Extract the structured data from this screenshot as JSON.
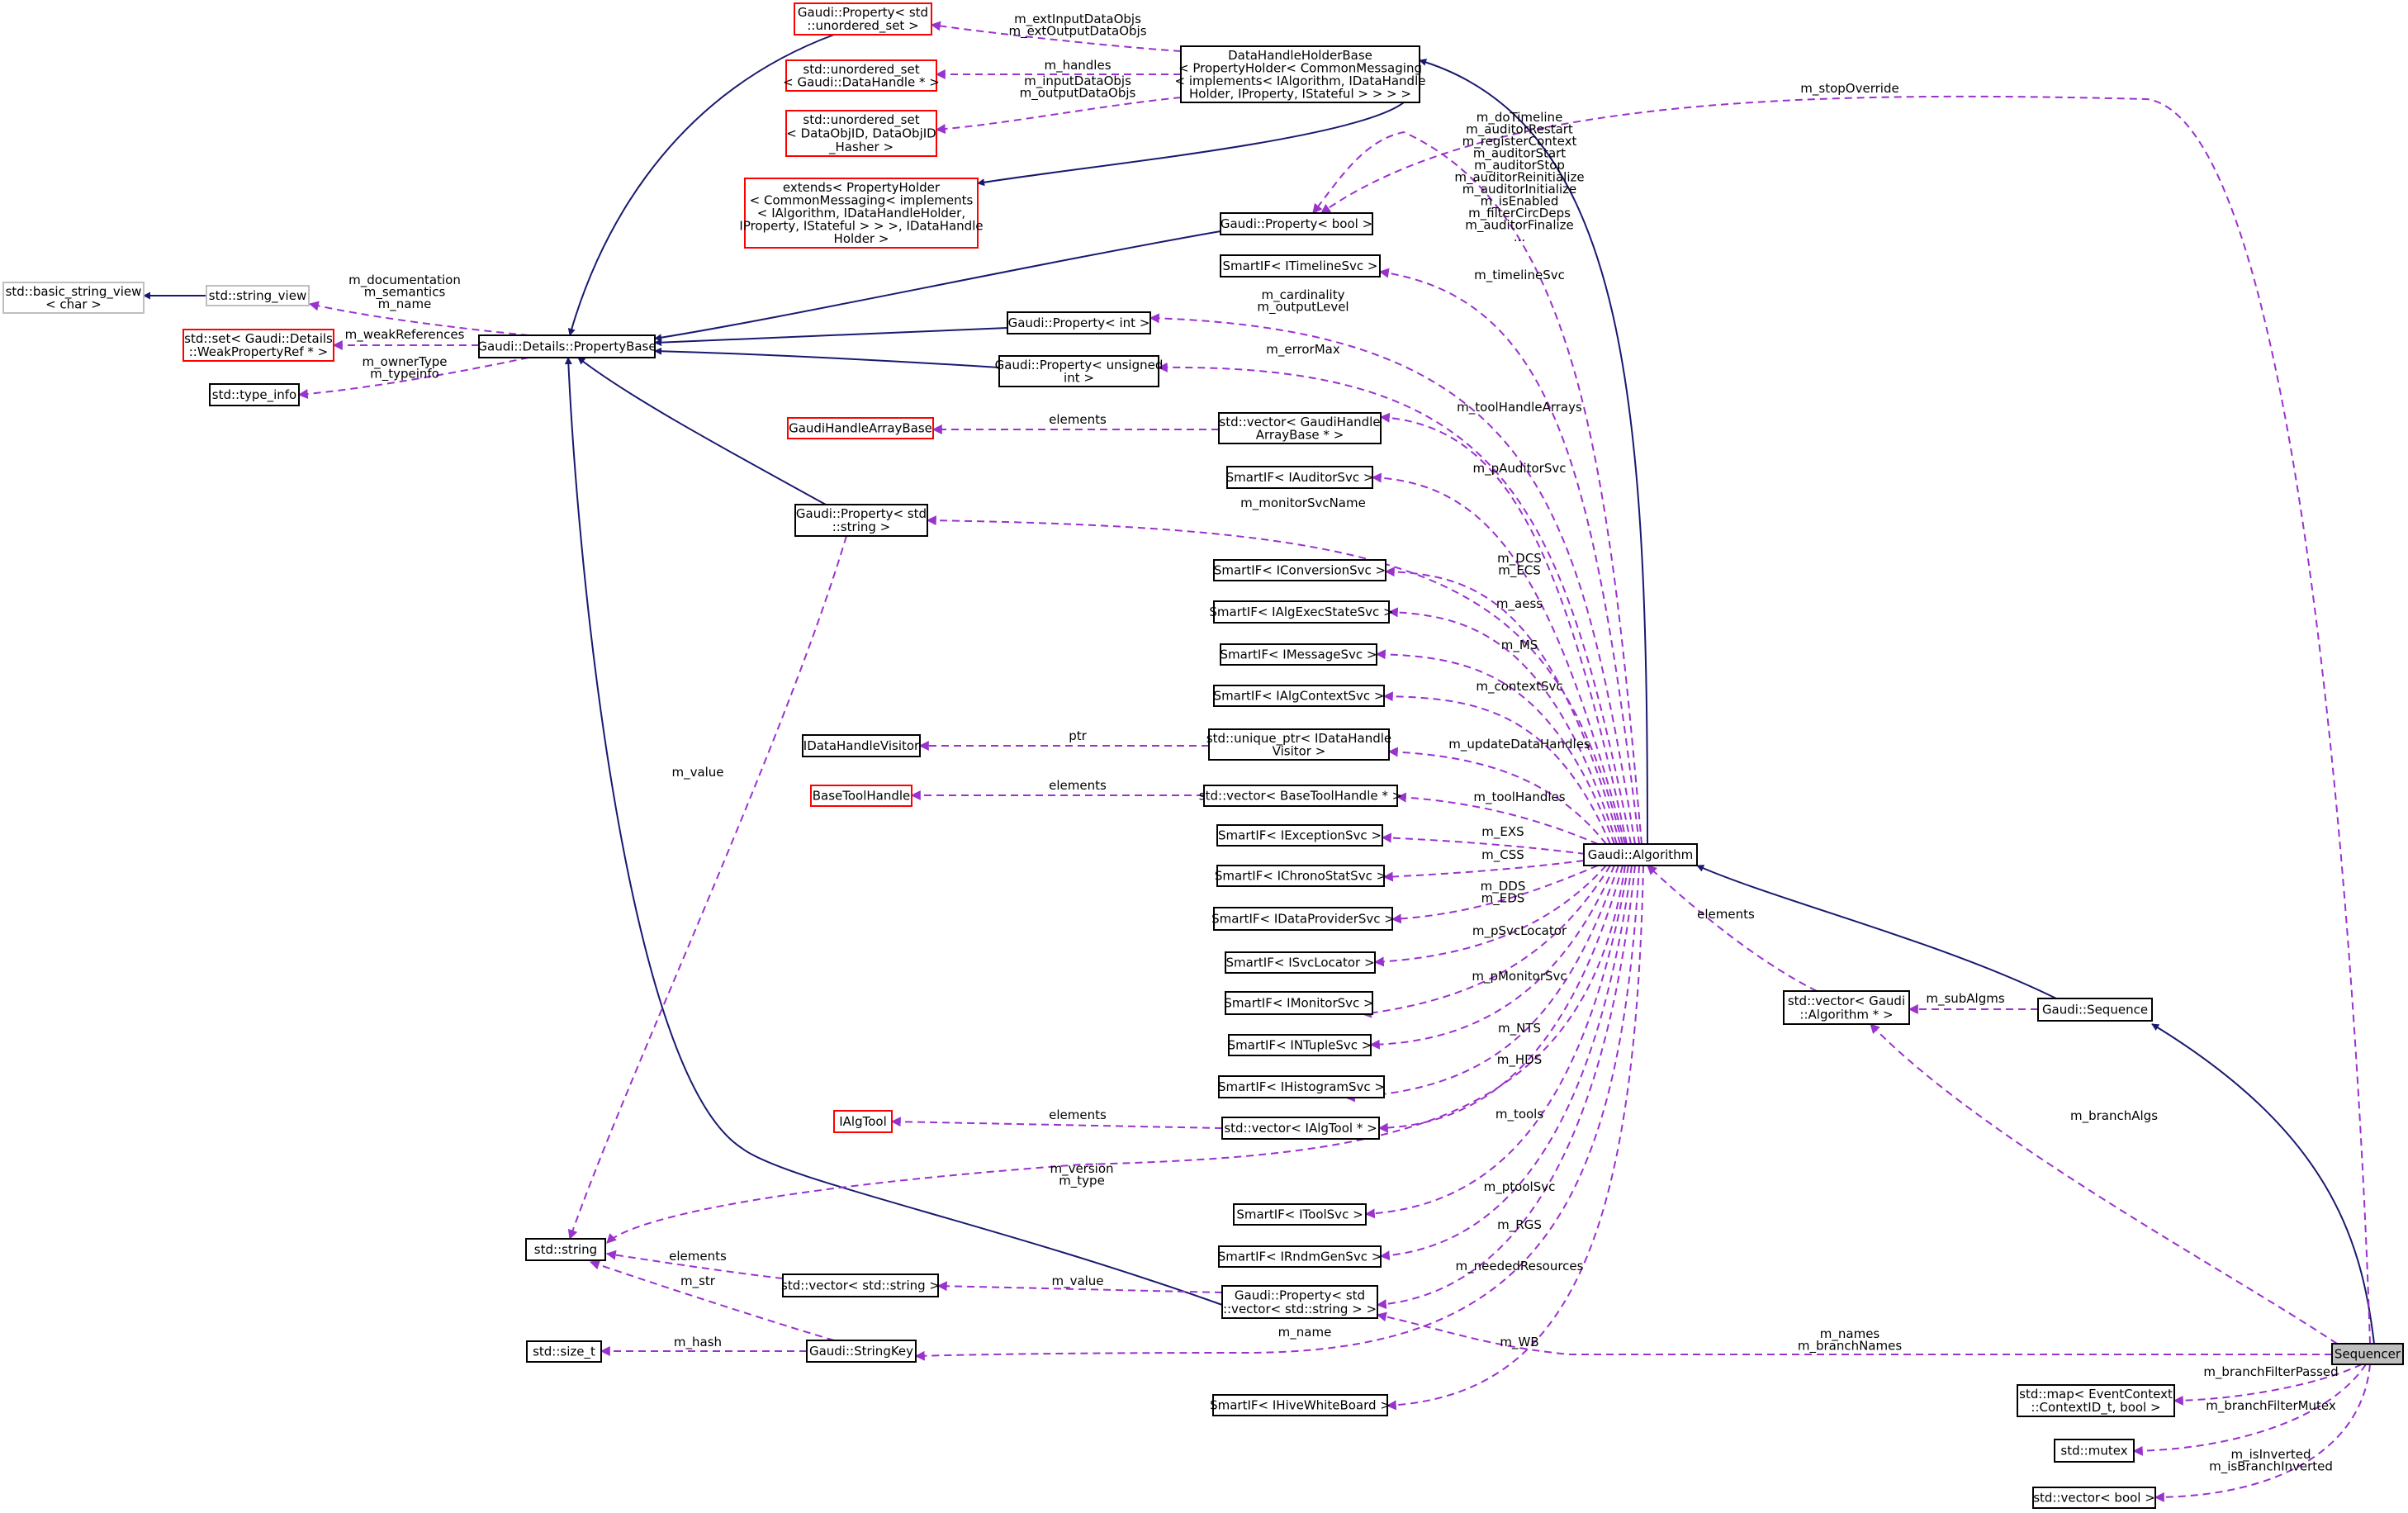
{
  "colors": {
    "inherit_edge": "#191970",
    "usage_edge": "#9a32cd",
    "node_border": "#000000",
    "external_node_border": "#ff0000",
    "undocumented_node_border": "#bfbfbf",
    "highlight_fill": "#bfbfbf"
  },
  "nodes": [
    {
      "id": "prop_uset",
      "lines": [
        "Gaudi::Property< std",
        "::unordered_set >"
      ],
      "style": "red"
    },
    {
      "id": "uset_datahandle",
      "lines": [
        "std::unordered_set",
        "< Gaudi::DataHandle * >"
      ],
      "style": "red"
    },
    {
      "id": "uset_dataobjid",
      "lines": [
        "std::unordered_set",
        "< DataObjID, DataObjID",
        "_Hasher >"
      ],
      "style": "red"
    },
    {
      "id": "extends",
      "lines": [
        "extends< PropertyHolder",
        "< CommonMessaging< implements",
        "< IAlgorithm, IDataHandleHolder,",
        "IProperty, IStateful > > >, IDataHandle",
        "Holder >"
      ],
      "style": "red"
    },
    {
      "id": "dhhb",
      "lines": [
        "DataHandleHolderBase",
        "< PropertyHolder< CommonMessaging",
        "< implements< IAlgorithm, IDataHandle",
        "Holder, IProperty, IStateful > > > >"
      ],
      "style": "normal"
    },
    {
      "id": "basic_sv",
      "lines": [
        "std::basic_string_view",
        "< char >"
      ],
      "style": "gray"
    },
    {
      "id": "string_view",
      "lines": [
        "std::string_view"
      ],
      "style": "gray"
    },
    {
      "id": "set_weakprop",
      "lines": [
        "std::set< Gaudi::Details",
        "::WeakPropertyRef * >"
      ],
      "style": "red"
    },
    {
      "id": "type_info",
      "lines": [
        "std::type_info"
      ],
      "style": "normal"
    },
    {
      "id": "propbase",
      "lines": [
        "Gaudi::Details::PropertyBase"
      ],
      "style": "normal"
    },
    {
      "id": "prop_bool",
      "lines": [
        "Gaudi::Property< bool >"
      ],
      "style": "normal"
    },
    {
      "id": "si_timeline",
      "lines": [
        "SmartIF< ITimelineSvc >"
      ],
      "style": "normal"
    },
    {
      "id": "prop_int",
      "lines": [
        "Gaudi::Property< int >"
      ],
      "style": "normal"
    },
    {
      "id": "prop_uint",
      "lines": [
        "Gaudi::Property< unsigned",
        "int >"
      ],
      "style": "normal"
    },
    {
      "id": "gh_arraybase",
      "lines": [
        "GaudiHandleArrayBase"
      ],
      "style": "red"
    },
    {
      "id": "vec_gh_array",
      "lines": [
        "std::vector< GaudiHandle",
        "ArrayBase * >"
      ],
      "style": "normal"
    },
    {
      "id": "si_auditor",
      "lines": [
        "SmartIF< IAuditorSvc >"
      ],
      "style": "normal"
    },
    {
      "id": "prop_string",
      "lines": [
        "Gaudi::Property< std",
        "::string >"
      ],
      "style": "normal"
    },
    {
      "id": "si_conversion",
      "lines": [
        "SmartIF< IConversionSvc >"
      ],
      "style": "normal"
    },
    {
      "id": "si_algexec",
      "lines": [
        "SmartIF< IAlgExecStateSvc >"
      ],
      "style": "normal"
    },
    {
      "id": "si_message",
      "lines": [
        "SmartIF< IMessageSvc >"
      ],
      "style": "normal"
    },
    {
      "id": "si_algcontext",
      "lines": [
        "SmartIF< IAlgContextSvc >"
      ],
      "style": "normal"
    },
    {
      "id": "idh_visitor",
      "lines": [
        "IDataHandleVisitor"
      ],
      "style": "normal"
    },
    {
      "id": "uptr_visitor",
      "lines": [
        "std::unique_ptr< IDataHandle",
        "Visitor >"
      ],
      "style": "normal"
    },
    {
      "id": "basetoolhandle",
      "lines": [
        "BaseToolHandle"
      ],
      "style": "red"
    },
    {
      "id": "vec_basetool",
      "lines": [
        "std::vector< BaseToolHandle * >"
      ],
      "style": "normal"
    },
    {
      "id": "si_exception",
      "lines": [
        "SmartIF< IExceptionSvc >"
      ],
      "style": "normal"
    },
    {
      "id": "si_chrono",
      "lines": [
        "SmartIF< IChronoStatSvc >"
      ],
      "style": "normal"
    },
    {
      "id": "si_dataprov",
      "lines": [
        "SmartIF< IDataProviderSvc >"
      ],
      "style": "normal"
    },
    {
      "id": "si_svcloc",
      "lines": [
        "SmartIF< ISvcLocator >"
      ],
      "style": "normal"
    },
    {
      "id": "si_monitor",
      "lines": [
        "SmartIF< IMonitorSvc >"
      ],
      "style": "normal"
    },
    {
      "id": "si_ntuple",
      "lines": [
        "SmartIF< INTupleSvc >"
      ],
      "style": "normal"
    },
    {
      "id": "si_histogram",
      "lines": [
        "SmartIF< IHistogramSvc >"
      ],
      "style": "normal"
    },
    {
      "id": "ialgtool",
      "lines": [
        "IAlgTool"
      ],
      "style": "red"
    },
    {
      "id": "vec_ialgtool",
      "lines": [
        "std::vector< IAlgTool * >"
      ],
      "style": "normal"
    },
    {
      "id": "si_toolsvc",
      "lines": [
        "SmartIF< IToolSvc >"
      ],
      "style": "normal"
    },
    {
      "id": "si_rndm",
      "lines": [
        "SmartIF< IRndmGenSvc >"
      ],
      "style": "normal"
    },
    {
      "id": "std_string",
      "lines": [
        "std::string"
      ],
      "style": "normal"
    },
    {
      "id": "vec_string",
      "lines": [
        "std::vector< std::string >"
      ],
      "style": "normal"
    },
    {
      "id": "prop_vec_string",
      "lines": [
        "Gaudi::Property< std",
        "::vector< std::string > >"
      ],
      "style": "normal"
    },
    {
      "id": "size_t",
      "lines": [
        "std::size_t"
      ],
      "style": "normal"
    },
    {
      "id": "stringkey",
      "lines": [
        "Gaudi::StringKey"
      ],
      "style": "normal"
    },
    {
      "id": "si_hivewb",
      "lines": [
        "SmartIF< IHiveWhiteBoard >"
      ],
      "style": "normal"
    },
    {
      "id": "algorithm",
      "lines": [
        "Gaudi::Algorithm"
      ],
      "style": "normal"
    },
    {
      "id": "vec_algptr",
      "lines": [
        "std::vector< Gaudi",
        "::Algorithm * >"
      ],
      "style": "normal"
    },
    {
      "id": "sequence",
      "lines": [
        "Gaudi::Sequence"
      ],
      "style": "normal"
    },
    {
      "id": "sequencer",
      "lines": [
        "Sequencer"
      ],
      "style": "highlight"
    },
    {
      "id": "map_eventctx",
      "lines": [
        "std::map< EventContext",
        "::ContextID_t, bool >"
      ],
      "style": "normal"
    },
    {
      "id": "mutex",
      "lines": [
        "std::mutex"
      ],
      "style": "normal"
    },
    {
      "id": "vec_bool",
      "lines": [
        "std::vector< bool >"
      ],
      "style": "normal"
    }
  ],
  "edges": [
    {
      "kind": "inherit",
      "from": "dhhb",
      "to": "extends"
    },
    {
      "kind": "usage",
      "from": "dhhb",
      "to": "prop_uset",
      "label": [
        "m_extInputDataObjs",
        "m_extOutputDataObjs"
      ]
    },
    {
      "kind": "usage",
      "from": "dhhb",
      "to": "uset_datahandle",
      "label": [
        "m_handles"
      ]
    },
    {
      "kind": "usage",
      "from": "dhhb",
      "to": "uset_dataobjid",
      "label": [
        "m_inputDataObjs",
        "m_outputDataObjs"
      ]
    },
    {
      "kind": "inherit",
      "from": "string_view",
      "to": "basic_sv"
    },
    {
      "kind": "usage",
      "from": "propbase",
      "to": "string_view",
      "label": [
        "m_documentation",
        "m_semantics",
        "m_name"
      ]
    },
    {
      "kind": "usage",
      "from": "propbase",
      "to": "set_weakprop",
      "label": [
        "m_weakReferences"
      ]
    },
    {
      "kind": "usage",
      "from": "propbase",
      "to": "type_info",
      "label": [
        "m_ownerType",
        "m_typeinfo"
      ]
    },
    {
      "kind": "inherit",
      "from": "prop_uset",
      "to": "propbase"
    },
    {
      "kind": "inherit",
      "from": "prop_bool",
      "to": "propbase"
    },
    {
      "kind": "inherit",
      "from": "prop_int",
      "to": "propbase"
    },
    {
      "kind": "inherit",
      "from": "prop_uint",
      "to": "propbase"
    },
    {
      "kind": "inherit",
      "from": "prop_string",
      "to": "propbase"
    },
    {
      "kind": "inherit",
      "from": "prop_vec_string",
      "to": "propbase"
    },
    {
      "kind": "usage",
      "from": "vec_gh_array",
      "to": "gh_arraybase",
      "label": [
        "elements"
      ]
    },
    {
      "kind": "usage",
      "from": "prop_string",
      "to": "std_string",
      "label": [
        "m_value"
      ]
    },
    {
      "kind": "usage",
      "from": "uptr_visitor",
      "to": "idh_visitor",
      "label": [
        "ptr"
      ]
    },
    {
      "kind": "usage",
      "from": "vec_basetool",
      "to": "basetoolhandle",
      "label": [
        "elements"
      ]
    },
    {
      "kind": "usage",
      "from": "vec_ialgtool",
      "to": "ialgtool",
      "label": [
        "elements"
      ]
    },
    {
      "kind": "usage",
      "from": "vec_string",
      "to": "std_string",
      "label": [
        "elements"
      ]
    },
    {
      "kind": "usage",
      "from": "prop_vec_string",
      "to": "vec_string",
      "label": [
        "m_value"
      ]
    },
    {
      "kind": "usage",
      "from": "stringkey",
      "to": "std_string",
      "label": [
        "m_str"
      ]
    },
    {
      "kind": "usage",
      "from": "stringkey",
      "to": "size_t",
      "label": [
        "m_hash"
      ]
    },
    {
      "kind": "inherit",
      "from": "algorithm",
      "to": "dhhb"
    },
    {
      "kind": "usage",
      "from": "algorithm",
      "to": "prop_bool",
      "label": [
        "m_doTimeline",
        "m_auditorRestart",
        "m_registerContext",
        "m_auditorStart",
        "m_auditorStop",
        "m_auditorReinitialize",
        "m_auditorInitialize",
        "m_isEnabled",
        "m_filterCircDeps",
        "m_auditorFinalize",
        "..."
      ]
    },
    {
      "kind": "usage",
      "from": "algorithm",
      "to": "si_timeline",
      "label": [
        "m_timelineSvc"
      ]
    },
    {
      "kind": "usage",
      "from": "algorithm",
      "to": "prop_int",
      "label": [
        "m_cardinality",
        "m_outputLevel"
      ]
    },
    {
      "kind": "usage",
      "from": "algorithm",
      "to": "prop_uint",
      "label": [
        "m_errorMax"
      ]
    },
    {
      "kind": "usage",
      "from": "algorithm",
      "to": "vec_gh_array",
      "label": [
        "m_toolHandleArrays"
      ]
    },
    {
      "kind": "usage",
      "from": "algorithm",
      "to": "si_auditor",
      "label": [
        "m_pAuditorSvc"
      ]
    },
    {
      "kind": "usage",
      "from": "algorithm",
      "to": "prop_string",
      "label": [
        "m_monitorSvcName"
      ]
    },
    {
      "kind": "usage",
      "from": "algorithm",
      "to": "si_conversion",
      "label": [
        "m_DCS",
        "m_ECS"
      ]
    },
    {
      "kind": "usage",
      "from": "algorithm",
      "to": "si_algexec",
      "label": [
        "m_aess"
      ]
    },
    {
      "kind": "usage",
      "from": "algorithm",
      "to": "si_message",
      "label": [
        "m_MS"
      ]
    },
    {
      "kind": "usage",
      "from": "algorithm",
      "to": "si_algcontext",
      "label": [
        "m_contextSvc"
      ]
    },
    {
      "kind": "usage",
      "from": "algorithm",
      "to": "uptr_visitor",
      "label": [
        "m_updateDataHandles"
      ]
    },
    {
      "kind": "usage",
      "from": "algorithm",
      "to": "vec_basetool",
      "label": [
        "m_toolHandles"
      ]
    },
    {
      "kind": "usage",
      "from": "algorithm",
      "to": "si_exception",
      "label": [
        "m_EXS"
      ]
    },
    {
      "kind": "usage",
      "from": "algorithm",
      "to": "si_chrono",
      "label": [
        "m_CSS"
      ]
    },
    {
      "kind": "usage",
      "from": "algorithm",
      "to": "si_dataprov",
      "label": [
        "m_DDS",
        "m_EDS"
      ]
    },
    {
      "kind": "usage",
      "from": "algorithm",
      "to": "si_svcloc",
      "label": [
        "m_pSvcLocator"
      ]
    },
    {
      "kind": "usage",
      "from": "algorithm",
      "to": "si_monitor",
      "label": [
        "m_pMonitorSvc"
      ]
    },
    {
      "kind": "usage",
      "from": "algorithm",
      "to": "si_ntuple",
      "label": [
        "m_NTS"
      ]
    },
    {
      "kind": "usage",
      "from": "algorithm",
      "to": "si_histogram",
      "label": [
        "m_HDS"
      ]
    },
    {
      "kind": "usage",
      "from": "algorithm",
      "to": "vec_ialgtool",
      "label": [
        "m_tools"
      ]
    },
    {
      "kind": "usage",
      "from": "algorithm",
      "to": "std_string",
      "label": [
        "m_version",
        "m_type"
      ]
    },
    {
      "kind": "usage",
      "from": "algorithm",
      "to": "si_toolsvc",
      "label": [
        "m_ptoolSvc"
      ]
    },
    {
      "kind": "usage",
      "from": "algorithm",
      "to": "si_rndm",
      "label": [
        "m_RGS"
      ]
    },
    {
      "kind": "usage",
      "from": "algorithm",
      "to": "prop_vec_string",
      "label": [
        "m_neededResources"
      ]
    },
    {
      "kind": "usage",
      "from": "algorithm",
      "to": "stringkey",
      "label": [
        "m_name"
      ]
    },
    {
      "kind": "usage",
      "from": "algorithm",
      "to": "si_hivewb",
      "label": [
        "m_WB"
      ]
    },
    {
      "kind": "usage",
      "from": "vec_algptr",
      "to": "algorithm",
      "label": [
        "elements"
      ]
    },
    {
      "kind": "inherit",
      "from": "sequence",
      "to": "algorithm"
    },
    {
      "kind": "usage",
      "from": "sequence",
      "to": "vec_algptr",
      "label": [
        "m_subAlgms"
      ]
    },
    {
      "kind": "inherit",
      "from": "sequencer",
      "to": "sequence"
    },
    {
      "kind": "usage",
      "from": "sequencer",
      "to": "vec_algptr",
      "label": [
        "m_branchAlgs"
      ]
    },
    {
      "kind": "usage",
      "from": "sequencer",
      "to": "prop_bool",
      "label": [
        "m_stopOverride"
      ]
    },
    {
      "kind": "usage",
      "from": "sequencer",
      "to": "prop_vec_string",
      "label": [
        "m_names",
        "m_branchNames"
      ]
    },
    {
      "kind": "usage",
      "from": "sequencer",
      "to": "map_eventctx",
      "label": [
        "m_branchFilterPassed"
      ]
    },
    {
      "kind": "usage",
      "from": "sequencer",
      "to": "mutex",
      "label": [
        "m_branchFilterMutex"
      ]
    },
    {
      "kind": "usage",
      "from": "sequencer",
      "to": "vec_bool",
      "label": [
        "m_isInverted",
        "m_isBranchInverted"
      ]
    }
  ]
}
